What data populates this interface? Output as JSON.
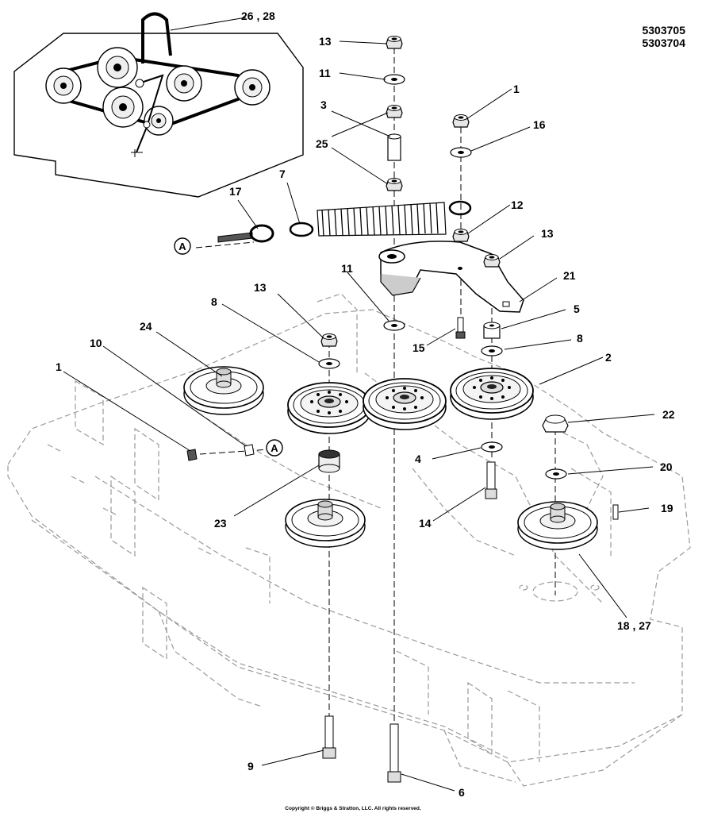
{
  "part_numbers": [
    "5303705",
    "5303704"
  ],
  "copyright": "Copyright © Briggs & Stratton, LLC. All rights reserved.",
  "reference_marker": "A",
  "callouts": {
    "c13a": "13",
    "c11a": "11",
    "c3": "3",
    "c25": "25",
    "c7": "7",
    "c17": "17",
    "c1a": "1",
    "c16": "16",
    "c12": "12",
    "c13b": "13",
    "c21": "21",
    "c11b": "11",
    "c15": "15",
    "c5": "5",
    "c8b": "8",
    "c2": "2",
    "c13c": "13",
    "c8a": "8",
    "c24": "24",
    "c10": "10",
    "c1b": "1",
    "c22": "22",
    "c4": "4",
    "c20": "20",
    "c23": "23",
    "c14": "14",
    "c19": "19",
    "c1827": "18 , 27",
    "c2628": "26 , 28",
    "c9": "9",
    "c6": "6"
  },
  "icons": [
    "pulley-icon",
    "nut-icon",
    "washer-icon",
    "bolt-icon",
    "spring-icon",
    "idler-arm-icon"
  ]
}
